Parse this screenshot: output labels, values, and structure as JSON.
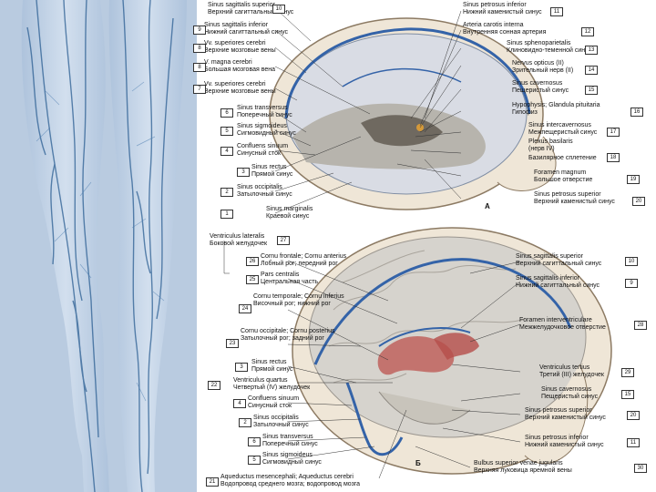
{
  "figure_a": {
    "letter": "А",
    "labels": [
      {
        "num": "10",
        "latin": "Sinus sagittalis superior",
        "ru": "Верхний сагиттальный синус"
      },
      {
        "num": "9",
        "latin": "Sinus sagittalis inferior",
        "ru": "Нижний сагиттальный синус"
      },
      {
        "num": "8",
        "latin": "Vv. superiores cerebri",
        "ru": "Верхние мозговые вены"
      },
      {
        "num": "8",
        "latin": "V. magna cerebri",
        "ru": "Большая мозговая вена"
      },
      {
        "num": "7",
        "latin": "Vv. superiores cerebri",
        "ru": "Верхние мозговые вены"
      },
      {
        "num": "6",
        "latin": "Sinus transversus",
        "ru": "Поперечный синус"
      },
      {
        "num": "5",
        "latin": "Sinus sigmoideus",
        "ru": "Сигмовидный синус"
      },
      {
        "num": "4",
        "latin": "Confluens sinuum",
        "ru": "Синусный сток"
      },
      {
        "num": "3",
        "latin": "Sinus rectus",
        "ru": "Прямой синус"
      },
      {
        "num": "2",
        "latin": "Sinus occipitalis",
        "ru": "Затылочный синус"
      },
      {
        "num": "1",
        "latin": "Sinus marginalis",
        "ru": "Краевой синус"
      }
    ],
    "labels_right": [
      {
        "num": "11",
        "latin": "Sinus petrosus inferior",
        "ru": "Нижний каменистый синус"
      },
      {
        "num": "12",
        "latin": "Arteria carotis interna",
        "ru": "Внутренняя сонная артерия"
      },
      {
        "num": "13",
        "latin": "Sinus sphenoparietalis",
        "ru": "Клиновидно-теменной синус"
      },
      {
        "num": "14",
        "latin": "Nervus opticus (II)",
        "ru": "Зрительный нерв (II)"
      },
      {
        "num": "15",
        "latin": "Sinus cavernosus",
        "ru": "Пещеристый синус"
      },
      {
        "num": "16",
        "latin": "Hypophysis; Glandula pituitaria",
        "ru": "Гипофиз"
      },
      {
        "num": "17",
        "latin": "Sinus intercavernosus",
        "ru": "Межпещеристый синус"
      },
      {
        "num": "",
        "latin": "Plexus basilaris",
        "ru": "(нерв IV)"
      },
      {
        "num": "18",
        "latin": "",
        "ru": "Базилярное сплетение"
      },
      {
        "num": "19",
        "latin": "Foramen magnum",
        "ru": "Большое отверстие"
      },
      {
        "num": "20",
        "latin": "Sinus petrosus superior",
        "ru": "Верхний каменистый синус"
      }
    ]
  },
  "figure_b": {
    "letter": "Б",
    "labels": [
      {
        "num": "27",
        "latin": "Ventriculus lateralis",
        "ru": "Боковой желудочек"
      },
      {
        "num": "26",
        "latin": "Cornu frontale; Cornu anterius",
        "ru": "Лобный рог; передний рог"
      },
      {
        "num": "25",
        "latin": "Pars centralis",
        "ru": "Центральная часть"
      },
      {
        "num": "24",
        "latin": "Cornu temporale; Cornu inferius",
        "ru": "Височный рог; нижний рог"
      },
      {
        "num": "23",
        "latin": "Cornu occipitale; Cornu posterius",
        "ru": "Затылочный рог; задний рог"
      },
      {
        "num": "3",
        "latin": "Sinus rectus",
        "ru": "Прямой синус"
      },
      {
        "num": "22",
        "latin": "Ventriculus quartus",
        "ru": "Четвертый (IV) желудочек"
      },
      {
        "num": "4",
        "latin": "Confluens sinuum",
        "ru": "Синусный сток"
      },
      {
        "num": "2",
        "latin": "Sinus occipitalis",
        "ru": "Затылочный синус"
      },
      {
        "num": "6",
        "latin": "Sinus transversus",
        "ru": "Поперечный синус"
      },
      {
        "num": "5",
        "latin": "Sinus sigmoideus",
        "ru": "Сигмовидный синус"
      },
      {
        "num": "21",
        "latin": "Aqueductus mesencephali; Aqueductus cerebri",
        "ru": "Водопровод среднего мозга; водопровод мозга"
      }
    ],
    "labels_right": [
      {
        "num": "10",
        "latin": "Sinus sagittalis superior",
        "ru": "Верхний сагиттальный синус"
      },
      {
        "num": "9",
        "latin": "Sinus sagittalis inferior",
        "ru": "Нижний сагиттальный синус"
      },
      {
        "num": "28",
        "latin": "Foramen interventriculare",
        "ru": "Межжелудочковое отверстие"
      },
      {
        "num": "29",
        "latin": "Ventriculus tertius",
        "ru": "Третий (III) желудочек"
      },
      {
        "num": "15",
        "latin": "Sinus cavernosus",
        "ru": "Пещеристый синус"
      },
      {
        "num": "20",
        "latin": "Sinus petrosus superior",
        "ru": "Верхний каменистый синус"
      },
      {
        "num": "11",
        "latin": "Sinus petrosus inferior",
        "ru": "Нижний каменистый синус"
      },
      {
        "num": "30",
        "latin": "Bulbus superior venae jugularis",
        "ru": "Верхняя луковица яремной вены"
      }
    ]
  }
}
